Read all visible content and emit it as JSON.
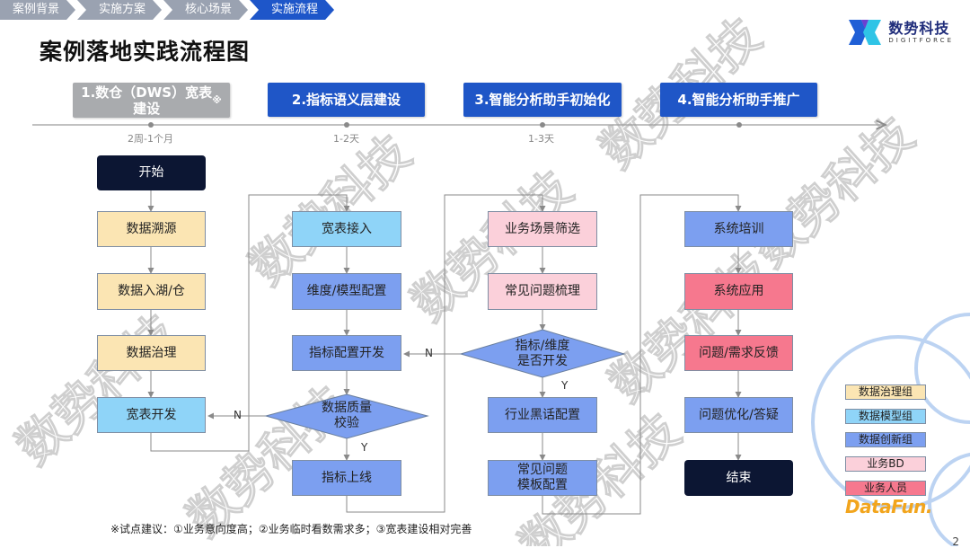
{
  "breadcrumbs": [
    "案例背景",
    "实施方案",
    "核心场景",
    "实施流程"
  ],
  "page_title": "案例落地实践流程图",
  "logo": {
    "name_cn": "数势科技",
    "name_en": "DIGITFORCE"
  },
  "watermark_text": "数势科技",
  "phases": [
    {
      "label": "1.数仓（DWS）宽表\n建设",
      "mark": "※",
      "duration": "2周-1个月"
    },
    {
      "label": "2.指标语义层建设",
      "duration": "1-2天"
    },
    {
      "label": "3.智能分析助手初始化",
      "duration": "1-3天"
    },
    {
      "label": "4.智能分析助手推广",
      "duration": ""
    }
  ],
  "flow": {
    "col1": {
      "start": "开始",
      "steps": [
        "数据溯源",
        "数据入湖/仓",
        "数据治理",
        "宽表开发"
      ]
    },
    "col2": {
      "steps": [
        "宽表接入",
        "维度/模型配置",
        "指标配置开发"
      ],
      "decision": "数据质量\n校验",
      "end": "指标上线"
    },
    "col3": {
      "steps": [
        "业务场景筛选",
        "常见问题梳理"
      ],
      "decision": "指标/维度\n是否开发",
      "after": [
        "行业黑话配置",
        "常见问题\n模板配置"
      ]
    },
    "col4": {
      "steps": [
        "系统培训",
        "系统应用",
        "问题/需求反馈",
        "问题优化/答疑"
      ],
      "end": "结束"
    },
    "labels": {
      "n1": "N",
      "y1": "Y",
      "n2": "N",
      "y2": "Y"
    }
  },
  "legend": [
    {
      "label": "数据治理组",
      "color": "#fbe5b3"
    },
    {
      "label": "数据模型组",
      "color": "#8fd4f8"
    },
    {
      "label": "数据创新组",
      "color": "#7c9ff0"
    },
    {
      "label": "业务BD",
      "color": "#fbd0da"
    },
    {
      "label": "业务人员",
      "color": "#f6788e"
    }
  ],
  "footnote": "※试点建议：①业务意向度高；②业务临时看数需求多；③宽表建设相对完善",
  "brand": "DataFun.",
  "page_number": "2"
}
